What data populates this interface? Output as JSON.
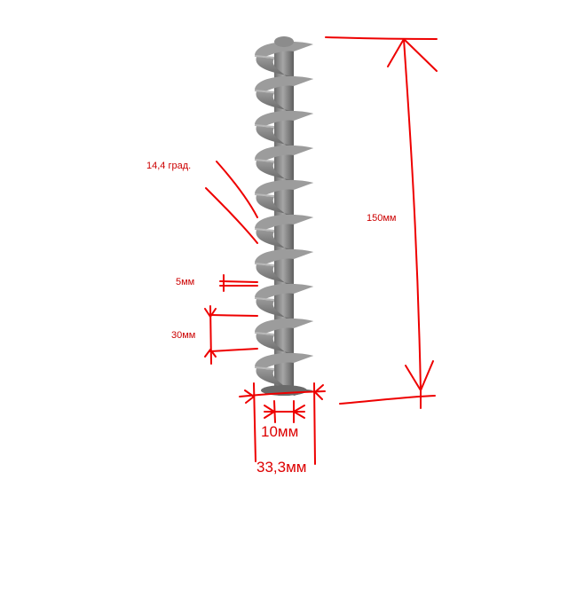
{
  "drawing": {
    "labels": {
      "angle": "14,4 град.",
      "length": "150мм",
      "thickness": "5мм",
      "pitch": "30мм",
      "shaft_diameter": "10мм",
      "outer_diameter": "33,3мм"
    },
    "colors": {
      "annotation": "#e00000",
      "screw_dark": "#5a5a5a",
      "screw_mid": "#8a8a8a",
      "screw_light": "#b0b0b0",
      "background": "#ffffff"
    },
    "object": "auger-screw"
  }
}
